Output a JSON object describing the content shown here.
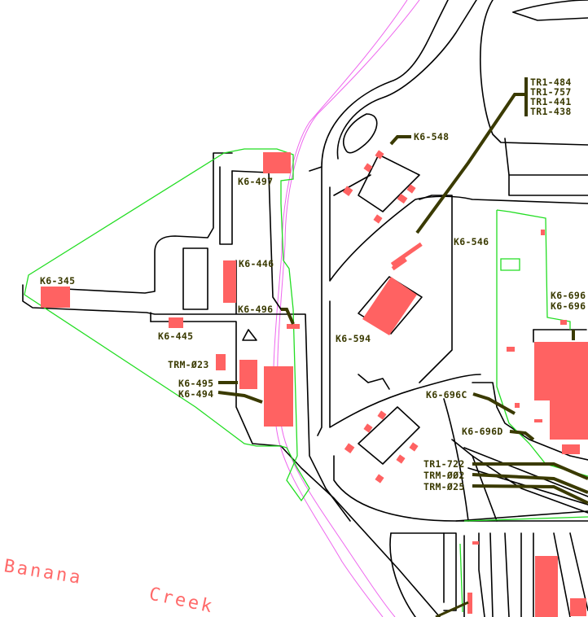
{
  "colors": {
    "road": "#000000",
    "fence": "#22dd22",
    "building": "#ff6262",
    "label": "#3a3a00",
    "river": "#ee66ee",
    "water_label": "#ff6a6a"
  },
  "water_bodies": [
    "Banana",
    "Creek"
  ],
  "facilities": {
    "k6_497": "K6-497",
    "k6_446": "K6-446",
    "k6_345": "K6-345",
    "k6_445": "K6-445",
    "k6_496": "K6-496",
    "trm_023": "TRM-Ø23",
    "k6_495": "K6-495",
    "k6_494": "K6-494",
    "k6_548": "K6-548",
    "k6_546": "K6-546",
    "k6_594": "K6-594",
    "k6_696c": "K6-696C",
    "k6_696d": "K6-696D",
    "tr1_722": "TR1-722",
    "trm_002": "TRM-ØØ2",
    "trm_025": "TRM-Ø25",
    "k6_696_a": "K6-696",
    "k6_696_b": "K6-696"
  },
  "tr1_group": [
    "TR1-484",
    "TR1-757",
    "TR1-441",
    "TR1-438"
  ]
}
